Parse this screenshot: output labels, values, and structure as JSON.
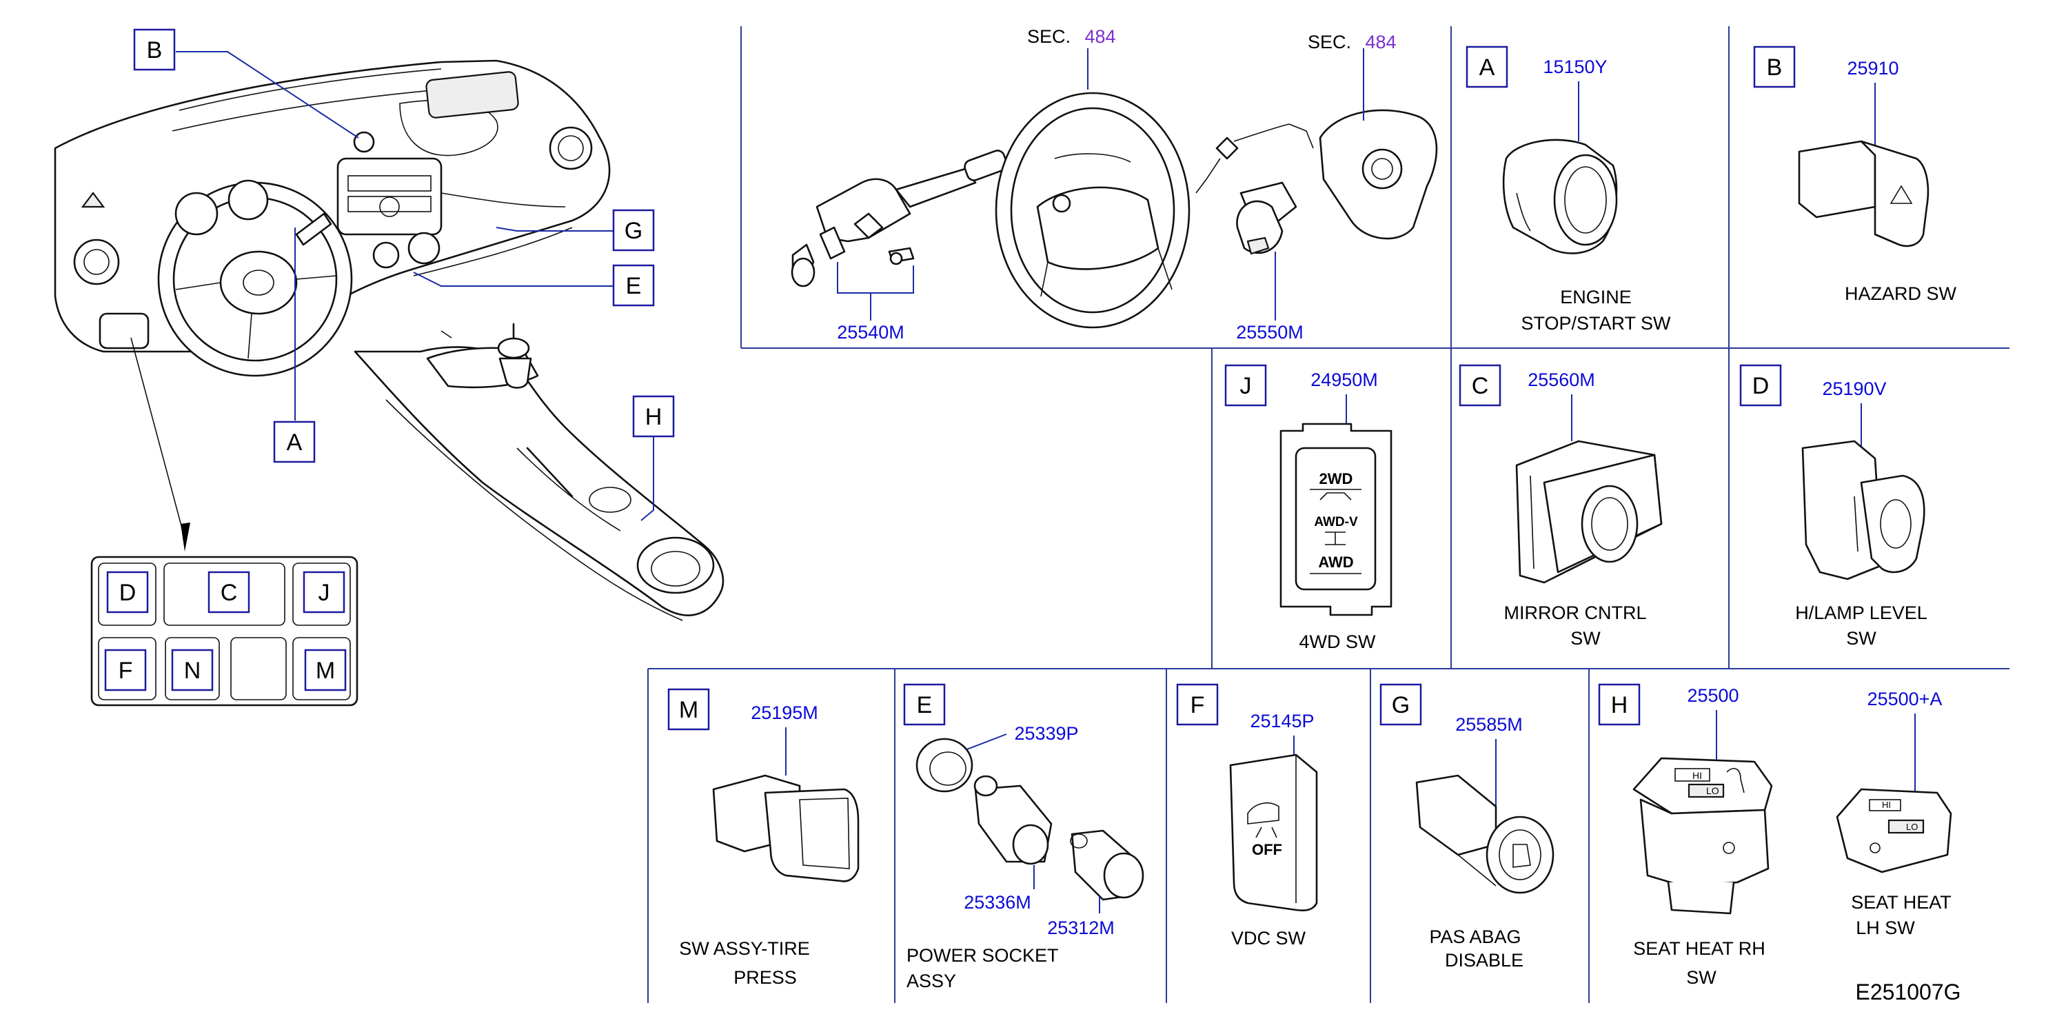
{
  "sections": {
    "sec1": {
      "prefix": "SEC.",
      "number": "484"
    },
    "sec2": {
      "prefix": "SEC.",
      "number": "484"
    }
  },
  "overview": {
    "callouts": [
      "B",
      "G",
      "E",
      "A",
      "H"
    ],
    "switch_panel": [
      "D",
      "C",
      "J",
      "F",
      "N",
      "M"
    ]
  },
  "steering": {
    "part_left": "25540M",
    "part_right": "25550M"
  },
  "panels": {
    "A": {
      "letter": "A",
      "part": "15150Y",
      "name_line1": "ENGINE",
      "name_line2": "STOP/START   SW"
    },
    "B": {
      "letter": "B",
      "part": "25910",
      "name_line1": "HAZARD   SW"
    },
    "J": {
      "letter": "J",
      "part": "24950M",
      "name_line1": "4WD   SW",
      "face_top": "2WD",
      "face_mid": "AWD-V",
      "face_bot": "AWD"
    },
    "C": {
      "letter": "C",
      "part": "25560M",
      "name_line1": "MIRROR   CNTRL",
      "name_line2": "SW"
    },
    "D": {
      "letter": "D",
      "part": "25190V",
      "name_line1": "H/LAMP   LEVEL",
      "name_line2": "SW"
    },
    "M": {
      "letter": "M",
      "part": "25195M",
      "name_line1": "SW   ASSY-TIRE",
      "name_line2": "PRESS"
    },
    "E": {
      "letter": "E",
      "part1": "25339P",
      "part2": "25336M",
      "part3": "25312M",
      "name_line1": "POWER   SOCKET",
      "name_line2": "ASSY"
    },
    "F": {
      "letter": "F",
      "part": "25145P",
      "name_line1": "VDC   SW",
      "face_text": "OFF"
    },
    "G": {
      "letter": "G",
      "part": "25585M",
      "name_line1": "PAS   ABAG",
      "name_line2": "DISABLE"
    },
    "H": {
      "letter": "H",
      "part1": "25500",
      "part2": "25500+A",
      "name_rh_line1": "SEAT   HEAT   RH",
      "name_rh_line2": "SW",
      "name_lh_line1": "SEAT   HEAT",
      "name_lh_line2": "LH   SW",
      "key_hi": "HI",
      "key_lo": "LO"
    }
  },
  "diagram_code": "E251007G"
}
